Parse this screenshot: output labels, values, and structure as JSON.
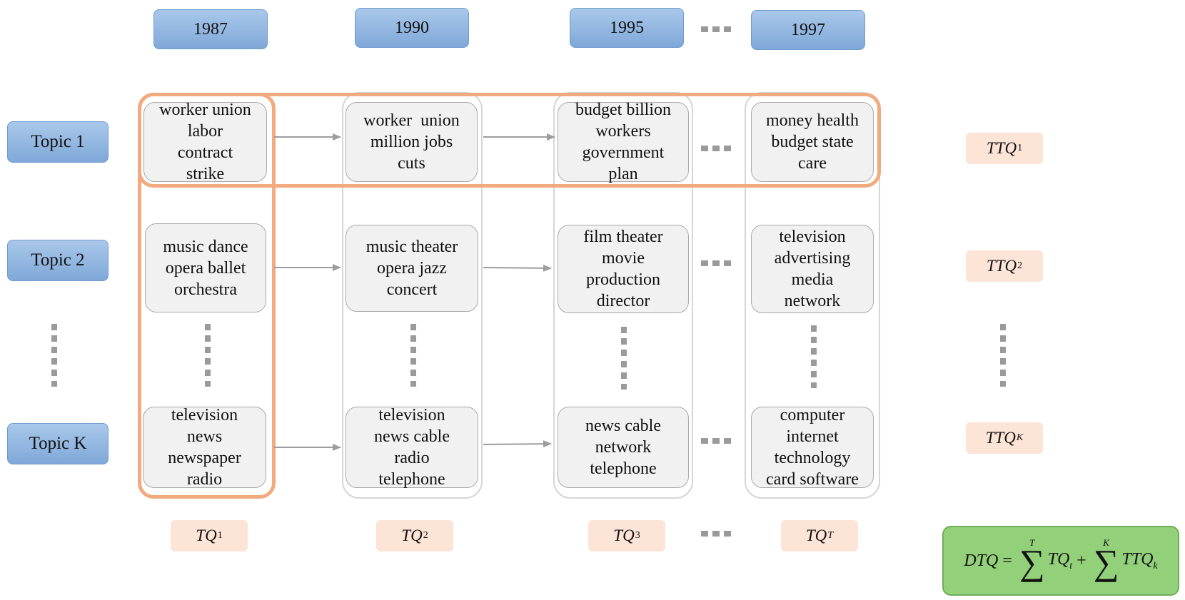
{
  "years": [
    "1987",
    "1990",
    "1995",
    "1997"
  ],
  "topics": [
    "Topic 1",
    "Topic 2",
    "Topic K"
  ],
  "cells": {
    "c1987": {
      "t1": [
        "worker union",
        "labor",
        "contract",
        "strike"
      ],
      "t2": [
        "music dance",
        "opera ballet",
        "orchestra"
      ],
      "tk": [
        "television",
        "news",
        "newspaper",
        "radio"
      ]
    },
    "c1990": {
      "t1": [
        "worker  union",
        "million jobs",
        "cuts"
      ],
      "t2": [
        "music theater",
        "opera jazz",
        "concert"
      ],
      "tk": [
        "television",
        "news cable",
        "radio",
        "telephone"
      ]
    },
    "c1995": {
      "t1": [
        "budget billion",
        "workers",
        "government",
        "plan"
      ],
      "t2": [
        "film theater",
        "movie",
        "production",
        "director"
      ],
      "tk": [
        "news cable",
        "network",
        "telephone"
      ]
    },
    "c1997": {
      "t1": [
        "money health",
        "budget state",
        "care"
      ],
      "t2": [
        "television",
        "advertising",
        "media",
        "network"
      ],
      "tk": [
        "computer",
        "internet",
        "technology",
        "card software"
      ]
    }
  },
  "tq": [
    {
      "base": "TQ",
      "sub": "1"
    },
    {
      "base": "TQ",
      "sub": "2"
    },
    {
      "base": "TQ",
      "sub": "3"
    },
    {
      "base": "TQ",
      "sub": "T"
    }
  ],
  "ttq": [
    {
      "base": "TTQ",
      "sub": "1"
    },
    {
      "base": "TTQ",
      "sub": "2"
    },
    {
      "base": "TTQ",
      "sub": "K"
    }
  ],
  "formula": {
    "lhs": "DTQ",
    "eq": "=",
    "sum1_upper": "T",
    "term1": "TQ",
    "term1_sub": "t",
    "plus": "+",
    "sum2_upper": "K",
    "term2": "TTQ",
    "term2_sub": "k"
  },
  "colors": {
    "year_fill": "#8fb4e0",
    "highlight": "#f2ab7e",
    "quality_fill": "#fce4d6",
    "formula_fill": "#92d07a"
  }
}
